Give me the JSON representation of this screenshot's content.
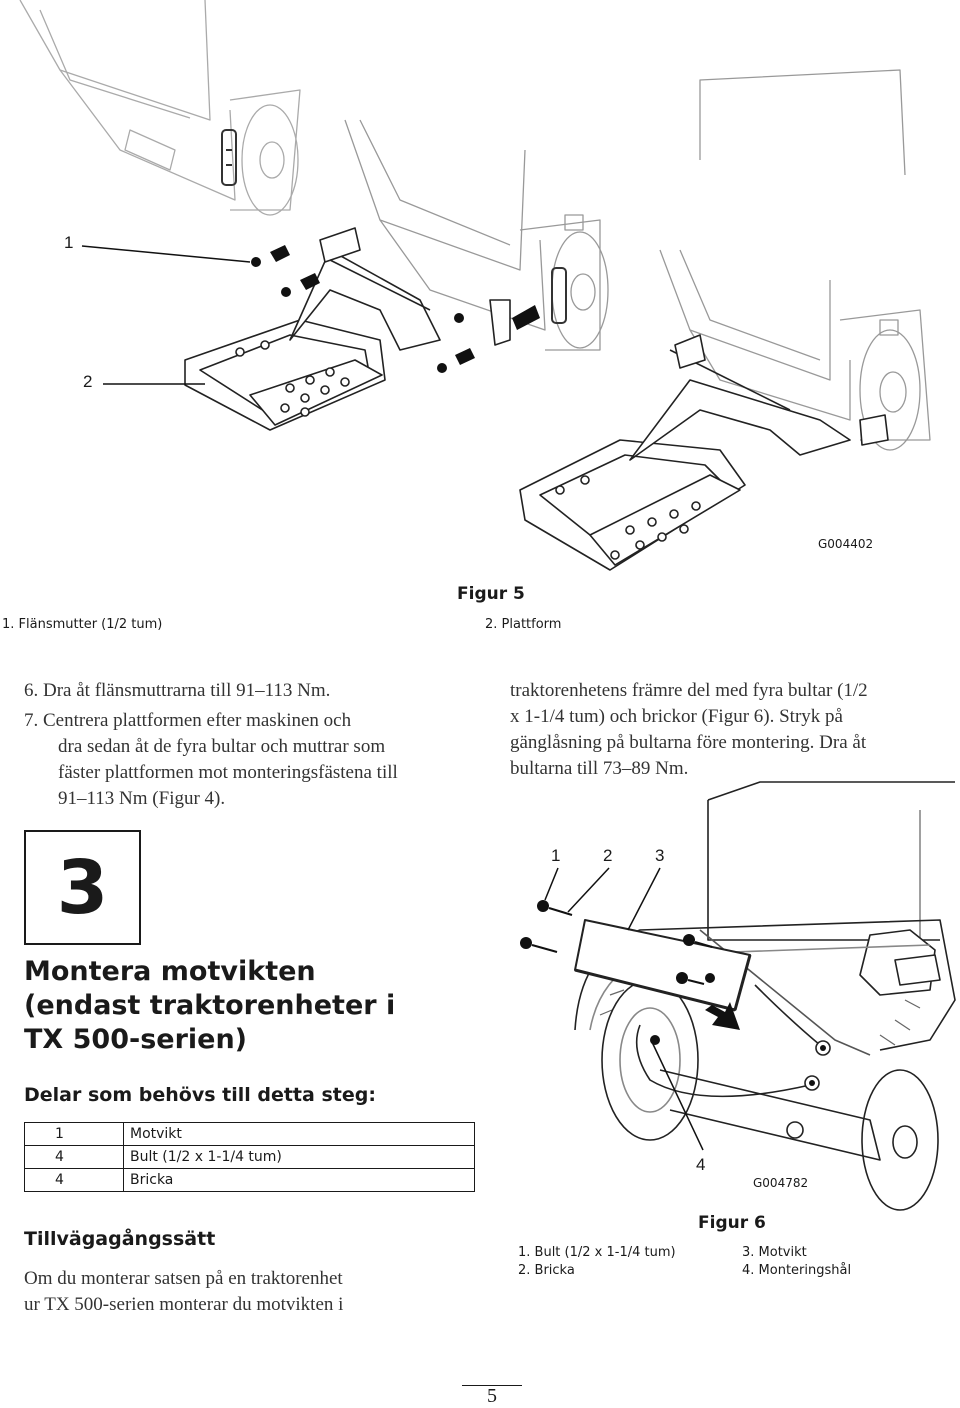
{
  "figure5": {
    "callouts": [
      "1",
      "2"
    ],
    "code": "G004402",
    "caption": "Figur 5",
    "legend": [
      "1.  Flänsmutter (1/2 tum)",
      "2.  Plattform"
    ]
  },
  "steps_text": {
    "step6": "6.  Dra åt flänsmuttrarna till 91–113 Nm.",
    "step7_lines": [
      "7.  Centrera plattformen efter maskinen och",
      "dra sedan åt de fyra bultar och muttrar som",
      "fäster plattformen mot monteringsfästena till",
      "91–113 Nm (Figur 4)."
    ]
  },
  "right_text_lines": [
    "traktorenhetens främre del med fyra bultar (1/2",
    "x 1-1/4 tum) och brickor (Figur 6). Stryk på",
    "gänglåsning på bultarna före montering. Dra åt",
    "bultarna till 73–89 Nm."
  ],
  "section": {
    "number": "3",
    "title_lines": [
      "Montera motvikten",
      "(endast traktorenheter i",
      "TX 500-serien)"
    ],
    "parts_heading": "Delar som behövs till detta steg:",
    "parts": [
      {
        "qty": "1",
        "item": "Motvikt"
      },
      {
        "qty": "4",
        "item": "Bult (1/2 x 1-1/4 tum)"
      },
      {
        "qty": "4",
        "item": "Bricka"
      }
    ],
    "procedure_heading": "Tillvägagångssätt",
    "procedure_lines": [
      "Om du monterar satsen på en traktorenhet",
      "ur TX 500-serien monterar du motvikten i"
    ]
  },
  "figure6": {
    "callouts": [
      "1",
      "2",
      "3",
      "4"
    ],
    "code": "G004782",
    "caption": "Figur 6",
    "legend_left": [
      "1.  Bult (1/2 x 1-1/4 tum)",
      "2.  Bricka"
    ],
    "legend_right": [
      "3.  Motvikt",
      "4.  Monteringshål"
    ]
  },
  "page_number": "5"
}
